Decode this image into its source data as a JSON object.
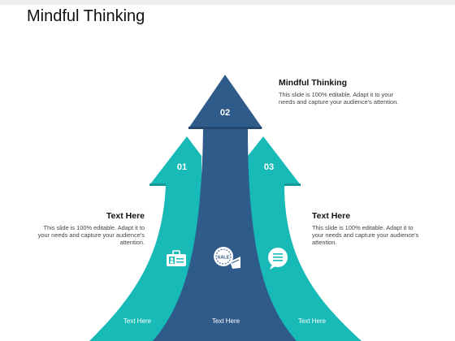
{
  "title": "Mindful Thinking",
  "colors": {
    "teal": "#17bab6",
    "teal_dark": "#119b98",
    "navy": "#2e5b8a",
    "navy_dark": "#24486f"
  },
  "steps": [
    {
      "number": "01",
      "label": "Text Here",
      "icon": "briefcase-icon"
    },
    {
      "number": "02",
      "label": "Text Here",
      "icon": "sale-badge-icon"
    },
    {
      "number": "03",
      "label": "Text Here",
      "icon": "chat-bubble-icon"
    }
  ],
  "blocks": {
    "top_right": {
      "heading": "Mindful Thinking",
      "text": "This slide is 100% editable. Adapt it to your needs and capture your audience's attention."
    },
    "left": {
      "heading": "Text Here",
      "text": "This slide is 100% editable. Adapt it to your needs and capture your audience's attention."
    },
    "right": {
      "heading": "Text Here",
      "text": "This slide is 100% editable. Adapt it to your needs and capture your audience's attention."
    }
  }
}
